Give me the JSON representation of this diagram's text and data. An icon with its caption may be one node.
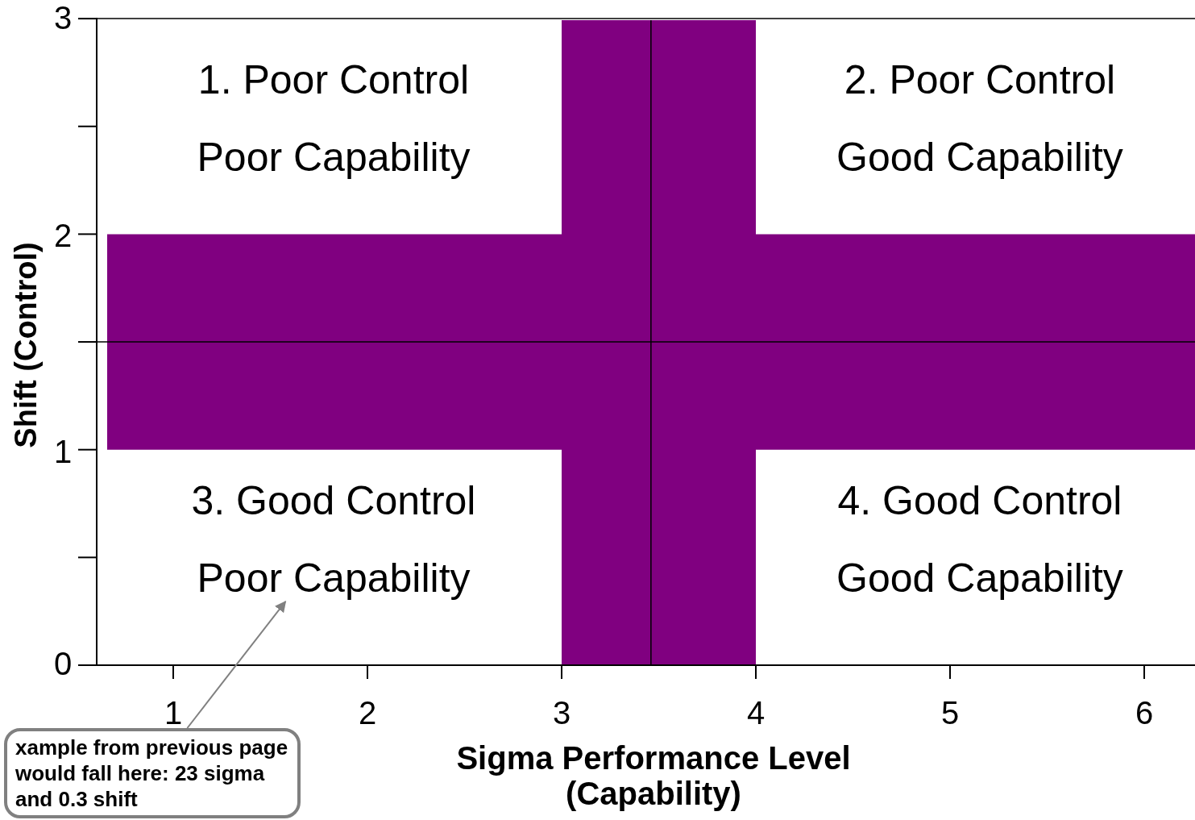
{
  "diagram": {
    "nodes": [
      {
        "text": [
          "1. Poor Control",
          "Poor Capability"
        ]
      },
      {
        "text": [
          "2. Poor Control",
          "Good Capability"
        ]
      },
      {
        "text": [
          "3. Good Control",
          "Poor Capability"
        ]
      },
      {
        "text": [
          "4. Good Control",
          "Good Capability"
        ]
      },
      {
        "text": [
          "xample from previous page would fall here: 23 sigma and 0.3 shift"
        ]
      }
    ],
    "edges": [
      {
        "from": 4,
        "to": 2,
        "arrow": "to",
        "color": "#808080"
      }
    ],
    "labels": [
      "3",
      "2",
      "Shift (Control)",
      "1",
      "0",
      "1",
      "2",
      "3",
      "4",
      "5",
      "6",
      "Sigma Performance Level (Capability)"
    ]
  }
}
